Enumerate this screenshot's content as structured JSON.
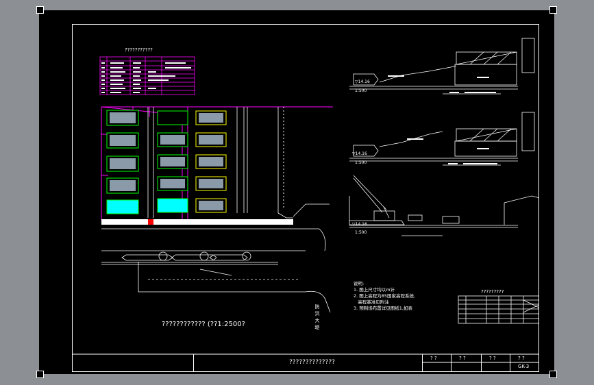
{
  "drawing": {
    "plan_title": "???????????? (??1:2500?",
    "title_block": {
      "project_name": "??????????????",
      "cells": [
        "? ?",
        "? ?",
        "? ?",
        "? ?"
      ],
      "sheet_no": "GK-3"
    },
    "notes": {
      "heading": "说明:",
      "lines": [
        "1. 图上尺寸均以m计",
        "2. 图上高程为85国家高程系统,",
        "   高程基准见附注",
        "3. 预制场布置详见图纸1,如表"
      ]
    },
    "table_top_title": "???????????",
    "table_bottom_title": "?????????",
    "scale_labels": [
      "1:500",
      "1:500",
      "1:500"
    ],
    "elevation_labels": [
      "▽14.16",
      "▽14.16",
      "▽14.16"
    ],
    "river_label": "防洪大堤",
    "colors": {
      "background": "#000000",
      "chrome": "#8c9094",
      "line": "#ffffff",
      "magenta": "#ff00ff",
      "green": "#00ff00",
      "cyan": "#00ffff",
      "yellow": "#ffff00",
      "red": "#ff0000"
    }
  }
}
